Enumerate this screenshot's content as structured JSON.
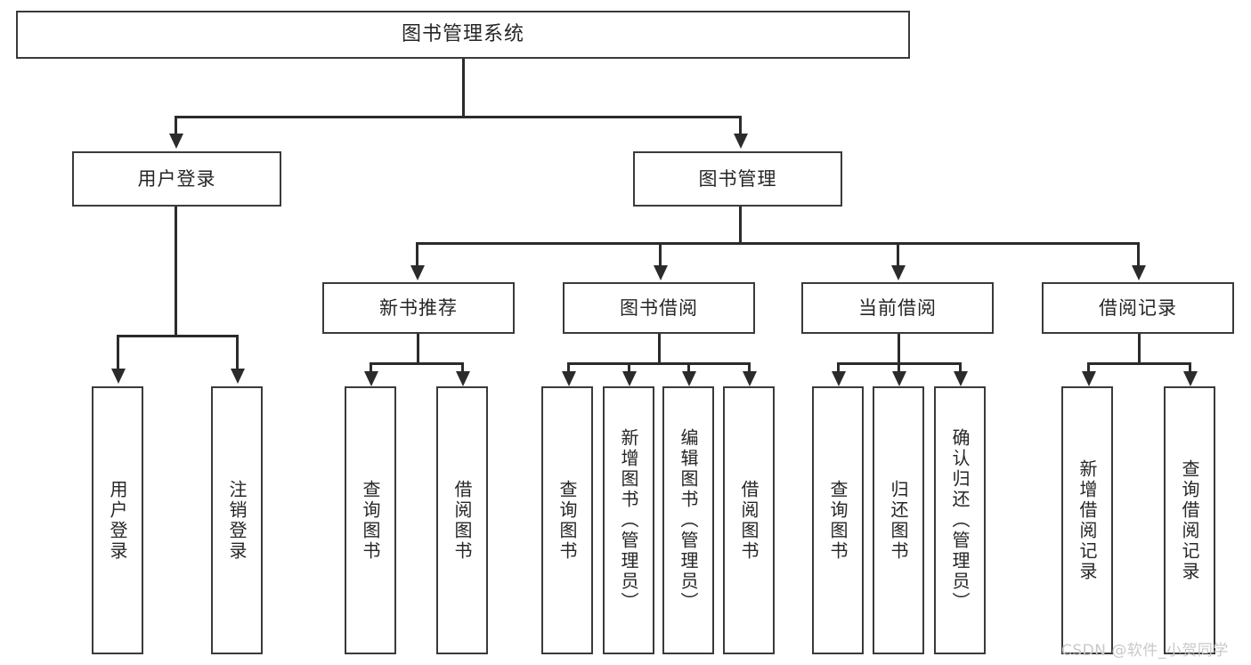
{
  "diagram": {
    "type": "tree-hierarchy",
    "title": "图书管理系统",
    "root": {
      "label": "图书管理系统"
    },
    "level2": [
      {
        "label": "用户登录"
      },
      {
        "label": "图书管理"
      }
    ],
    "level3": [
      {
        "label": "新书推荐"
      },
      {
        "label": "图书借阅"
      },
      {
        "label": "当前借阅"
      },
      {
        "label": "借阅记录"
      }
    ],
    "leaves": {
      "user_login": [
        {
          "label": "用户登录"
        },
        {
          "label": "注销登录"
        }
      ],
      "new_book_recommend": [
        {
          "label": "查询图书"
        },
        {
          "label": "借阅图书"
        }
      ],
      "book_borrow": [
        {
          "label": "查询图书"
        },
        {
          "label": "新增图书（管理员）"
        },
        {
          "label": "编辑图书（管理员）"
        },
        {
          "label": "借阅图书"
        }
      ],
      "current_borrow": [
        {
          "label": "查询图书"
        },
        {
          "label": "归还图书"
        },
        {
          "label": "确认归还（管理员）"
        }
      ],
      "borrow_record": [
        {
          "label": "新增借阅记录"
        },
        {
          "label": "查询借阅记录"
        }
      ]
    }
  },
  "watermark": {
    "text": "CSDN @软件_小贺同学"
  },
  "colors": {
    "box_border": "#3a3a3a",
    "edge": "#2b2b2b",
    "text": "#262626",
    "background": "#ffffff",
    "watermark": "#c9c9c9"
  }
}
